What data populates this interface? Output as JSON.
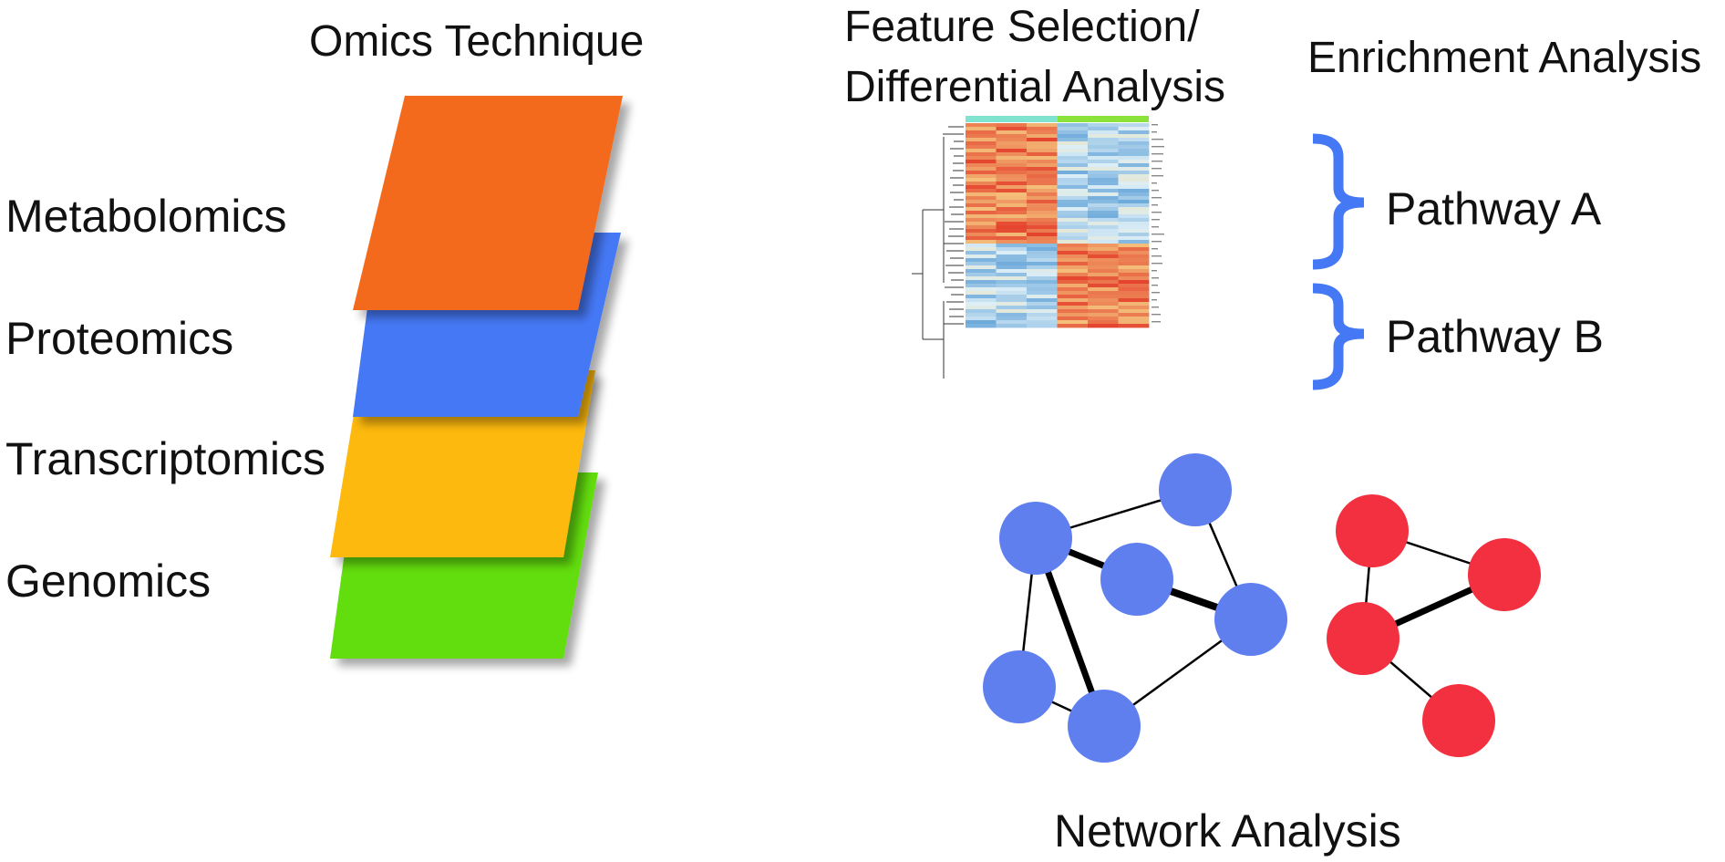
{
  "omics": {
    "title": "Omics Technique",
    "layers": [
      {
        "label": "Metabolomics",
        "color": "#F46A1E"
      },
      {
        "label": "Proteomics",
        "color": "#4578F5"
      },
      {
        "label": "Transcriptomics",
        "color": "#FDB90A"
      },
      {
        "label": "Genomics",
        "color": "#62DD0C"
      }
    ]
  },
  "feature_selection": {
    "title_line1": "Feature Selection/",
    "title_line2": "Differential Analysis",
    "heatmap_group_colors": [
      "#7FE3D0",
      "#8BE23A"
    ],
    "heatmap_palette": [
      "#5B9FD6",
      "#DCEEF7",
      "#F7D98A",
      "#E4402C"
    ]
  },
  "enrichment": {
    "title": "Enrichment Analysis",
    "pathways": [
      "Pathway A",
      "Pathway B"
    ],
    "bracket_color": "#4578F5"
  },
  "network": {
    "title": "Network Analysis",
    "clusters": [
      {
        "name": "blue",
        "color": "#5F7FEE",
        "node_count": 6,
        "edge_count": 8
      },
      {
        "name": "red",
        "color": "#F2303F",
        "node_count": 4,
        "edge_count": 4
      }
    ]
  }
}
